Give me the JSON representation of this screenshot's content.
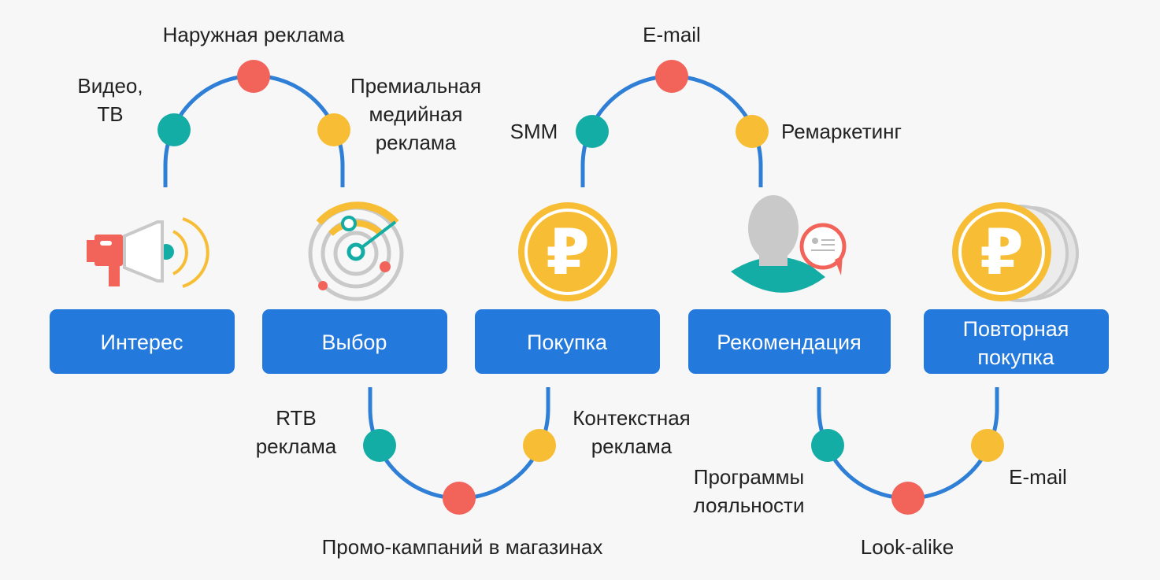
{
  "colors": {
    "blue": "#2479dc",
    "teal": "#14ada5",
    "red": "#f2635a",
    "yellow": "#f7bd35",
    "gray": "#c9c9c9",
    "line": "#2f7fd6"
  },
  "stages": [
    {
      "label": "Интерес",
      "icon": "megaphone-icon"
    },
    {
      "label": "Выбор",
      "icon": "radar-icon"
    },
    {
      "label": "Покупка",
      "icon": "ruble-coin-icon"
    },
    {
      "label": "Рекомендация",
      "icon": "user-recommendation-icon"
    },
    {
      "label": "Повторная",
      "label2": "покупка",
      "icon": "ruble-coins-stack-icon"
    }
  ],
  "channels": {
    "video_tv_1": "Видео,",
    "video_tv_2": "ТВ",
    "outdoor": "Наружная реклама",
    "premium_1": "Премиальная",
    "premium_2": "медийная",
    "premium_3": "реклама",
    "smm": "SMM",
    "email_top": "E-mail",
    "remarketing": "Ремаркетинг",
    "rtb_1": "RTB",
    "rtb_2": "реклама",
    "promo": "Промо-кампаний в магазинах",
    "context_1": "Контекстная",
    "context_2": "реклама",
    "loyalty_1": "Программы",
    "loyalty_2": "лояльности",
    "lookalike": "Look-alike",
    "email_bottom": "E-mail"
  }
}
